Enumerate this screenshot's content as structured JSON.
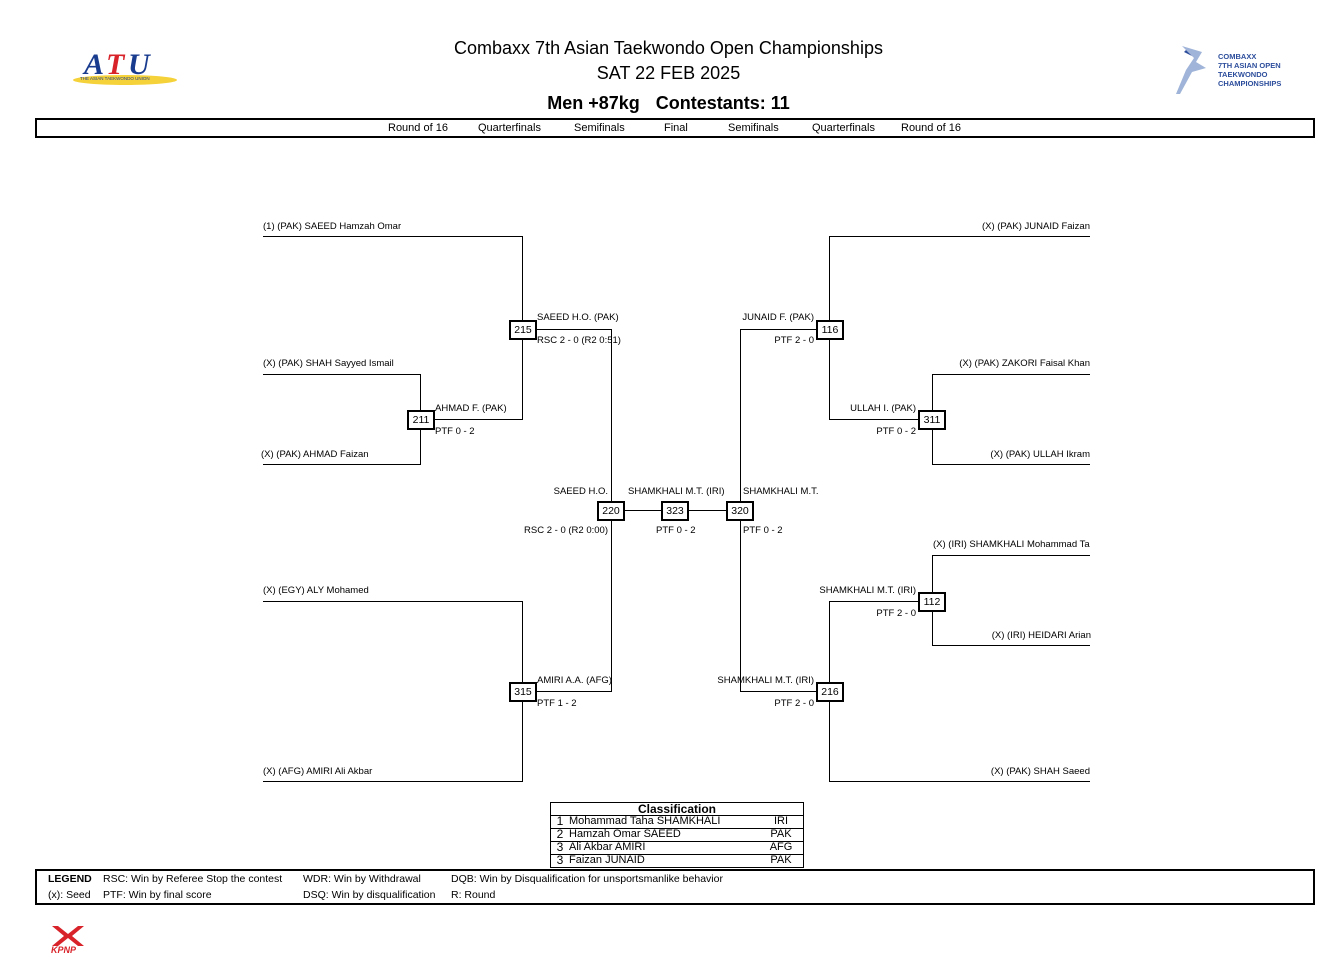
{
  "header": {
    "title": "Combaxx 7th Asian Taekwondo Open Championships",
    "date": "SAT 22 FEB 2025",
    "category": "Men +87kg",
    "contestants": "Contestants: 11",
    "left_logo_text": "ATU",
    "left_logo_sub": "THE ASIAN TAEKWONDO UNION",
    "right_logo_lines": [
      "COMBAXX",
      "7TH ASIAN OPEN",
      "TAEKWONDO",
      "CHAMPIONSHIPS"
    ]
  },
  "rounds": [
    "Round of 16",
    "Quarterfinals",
    "Semifinals",
    "Final",
    "Semifinals",
    "Quarterfinals",
    "Round of 16"
  ],
  "bracket": {
    "left": {
      "p1": "(1) (PAK) SAEED Hamzah Omar",
      "p2": "(X) (PAK) SHAH Sayyed Ismail",
      "p3": "(X) (PAK) AHMAD Faizan",
      "p4": "(X) (EGY) ALY Mohamed",
      "p5": "(X) (AFG) AMIRI Ali Akbar"
    },
    "right": {
      "p1": "(X) (PAK) JUNAID Faizan",
      "p2": "(X) (PAK) ZAKORI Faisal Khan",
      "p3": "(X) (PAK) ULLAH Ikram",
      "p4": "(X) (IRI) SHAMKHALI Mohammad Ta",
      "p5": "(X) (IRI) HEIDARI Arian",
      "p6": "(X) (PAK) SHAH Saeed"
    },
    "matches": {
      "m211": {
        "num": "211",
        "winner": "AHMAD F. (PAK)",
        "result": "PTF 0 - 2"
      },
      "m215": {
        "num": "215",
        "winner": "SAEED H.O. (PAK)",
        "result": "RSC 2 - 0 (R2 0:51)"
      },
      "m315": {
        "num": "315",
        "winner": "AMIRI A.A. (AFG)",
        "result": "PTF 1 - 2"
      },
      "m220": {
        "num": "220",
        "winner": "SAEED H.O.",
        "result": "RSC 2 - 0 (R2 0:00)"
      },
      "m323": {
        "num": "323",
        "winner": "SHAMKHALI M.T. (IRI)",
        "result": "PTF 0 - 2"
      },
      "m320": {
        "num": "320",
        "winner": "SHAMKHALI M.T.",
        "result": "PTF 0 - 2"
      },
      "m116": {
        "num": "116",
        "winner": "JUNAID F. (PAK)",
        "result": "PTF 2 - 0"
      },
      "m311": {
        "num": "311",
        "winner": "ULLAH I. (PAK)",
        "result": "PTF 0 - 2"
      },
      "m112": {
        "num": "112",
        "winner": "SHAMKHALI M.T. (IRI)",
        "result": "PTF 2 - 0"
      },
      "m216": {
        "num": "216",
        "winner": "SHAMKHALI M.T. (IRI)",
        "result": "PTF 2 - 0"
      }
    }
  },
  "classification": {
    "title": "Classification",
    "rows": [
      {
        "rank": "1",
        "name": "Mohammad Taha SHAMKHALI",
        "country": "IRI"
      },
      {
        "rank": "2",
        "name": "Hamzah Omar SAEED",
        "country": "PAK"
      },
      {
        "rank": "3",
        "name": "Ali Akbar AMIRI",
        "country": "AFG"
      },
      {
        "rank": "3",
        "name": "Faizan JUNAID",
        "country": "PAK"
      }
    ]
  },
  "legend": {
    "title": "LEGEND",
    "seed": "(x): Seed",
    "rsc": "RSC: Win by Referee Stop the contest",
    "ptf": "PTF: Win by final score",
    "wdr": "WDR: Win by Withdrawal",
    "dsq": "DSQ: Win by disqualification",
    "dqb": "DQB: Win by Disqualification for unsportsmanlike behavior",
    "r": "R: Round"
  },
  "footer": {
    "logo_text": "KPNP"
  },
  "colors": {
    "atu_blue": "#1a3c8f",
    "atu_red": "#d8232a",
    "kpnp_red": "#d8232a",
    "combaxx_blue": "#2d4e9c"
  }
}
